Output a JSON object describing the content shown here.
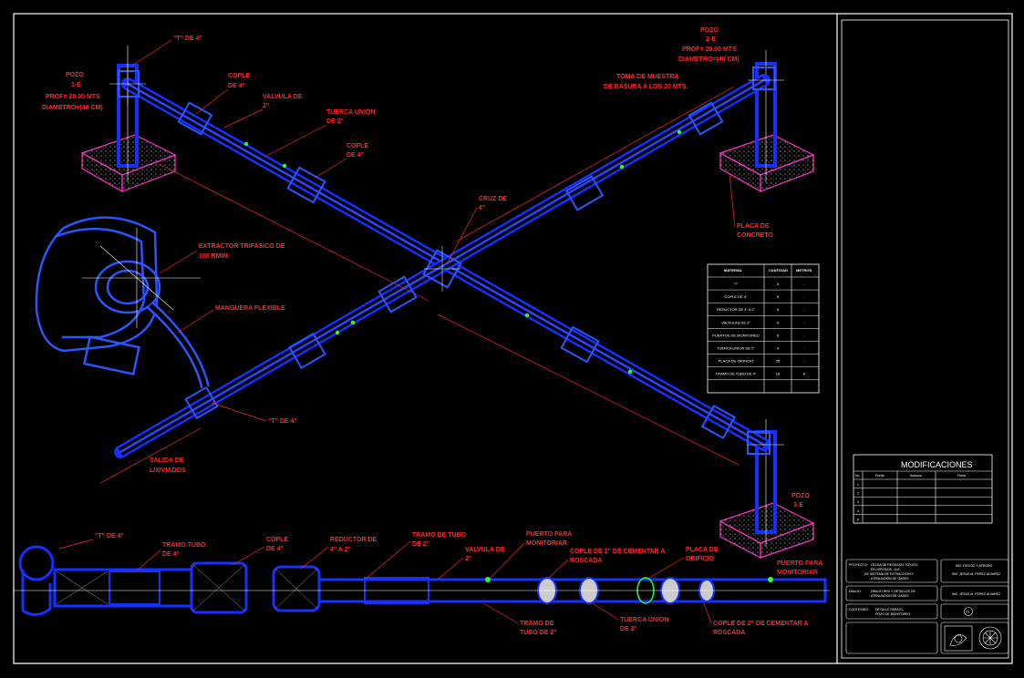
{
  "labels": {
    "t_top": "\"T\" DE 4\"",
    "pozo1": [
      "POZO",
      "1-E",
      "PROF= 20.00 MTS",
      "DIAMETRO=(40 CM)"
    ],
    "cople_top": [
      "COPLE",
      "DE 4\""
    ],
    "valvula_top": [
      "VALVULA DE",
      "2\""
    ],
    "tuerca_top": [
      "TUERCA UNION",
      "DE 2\""
    ],
    "cople_mid": [
      "COPLE",
      "DE 4\""
    ],
    "pozo2": [
      "POZO",
      "2-E",
      "PROF= 20.00 MTS",
      "DIAMETRO=(40 CM)"
    ],
    "toma": [
      "TOMA DE MUESTRA",
      "DE BASURA A LOS 20 MTS."
    ],
    "placa": [
      "PLACA DE",
      "CONCRETO"
    ],
    "cruz": [
      "CRUZ DE",
      "4\""
    ],
    "extractor": [
      "EXTRACTOR TRIFASICO DE",
      "100 RMIN"
    ],
    "manguera": "MANGUERA FLEXIBLE",
    "t_low": "\"T\" DE 4\"",
    "salida": [
      "SALIDA DE",
      "LIXIVIADOS"
    ],
    "pozo3": [
      "POZO",
      "3-E"
    ]
  },
  "bottom_labels": {
    "t": "\"T\" DE 4\"",
    "tramo4": [
      "TRAMO TUBO",
      "DE 4\""
    ],
    "cople4": [
      "COPLE",
      "DE 4\""
    ],
    "reductor": [
      "REDUCTOR DE",
      "4\" A 2\""
    ],
    "tramo2": [
      "TRAMO DE TUBO",
      "DE 2\""
    ],
    "valvula2": [
      "VALVULA DE",
      "2\""
    ],
    "puerto1": [
      "PUERTO PARA",
      "MONITORIAR"
    ],
    "cople_rosca1": [
      "COPLE DE 2\" DE CEMENTAR A",
      "ROSCADA"
    ],
    "placa_orificio": [
      "PLACA DE",
      "ORIFICIO"
    ],
    "puerto2": [
      "PUERTO PARA",
      "MONITORIAR"
    ],
    "tramo_tubo2": [
      "TRAMO DE",
      "TUBO DE 2\""
    ],
    "tuerca_union": [
      "TUERCA UNION",
      "DE 2\""
    ],
    "cople_rosca2": [
      "COPLE DE 2\" DE CEMENTAR A",
      "ROSCADA"
    ]
  },
  "materials_table": {
    "headers": [
      "MATERIAL",
      "CANTIDAD",
      "METROS"
    ],
    "rows": [
      [
        "\"T\"",
        "4",
        "-"
      ],
      [
        "COPLE DE 4\"",
        "6",
        "-"
      ],
      [
        "REDUCTOR DE 4\" A 2\"",
        "6",
        "-"
      ],
      [
        "VALVULAS DE 2\"",
        "6",
        "-"
      ],
      [
        "PUERTOS DE MONITOREO",
        "6",
        "-"
      ],
      [
        "TUERCA UNION DE 2\"",
        "4",
        "-"
      ],
      [
        "PLACA DE ORIFICIO",
        "25",
        "-"
      ],
      [
        "TRAMO DE TUBO DE 4\"",
        "18",
        "6"
      ],
      [
        "",
        "",
        ""
      ]
    ]
  },
  "modificaciones": {
    "title": "MODIFICACIONES",
    "headers": [
      "No.",
      "Fecha",
      "Autorizo",
      "Firma"
    ],
    "rows": [
      "1",
      "2",
      "3",
      "4",
      "5"
    ]
  },
  "title_block": {
    "proyecto_label": "PROYECTO:",
    "proyecto_text": [
      "CELDA DE RESIDUOS TOXICO-",
      "PELIGROSOS - N.E.",
      "DE SISTEMA DE EXTRACCION Y",
      "ATENUACION DE GASES"
    ],
    "dibujo_label": "DIBUJO:",
    "dibujo_text": [
      "DIBUJO RED Y DETALLES DE",
      "ATENUACION DE GASES"
    ],
    "contenido_label": "CONTENIDO:",
    "contenido_text": [
      "DETALLE PARA EL",
      "POZO DE MONITOREO"
    ],
    "reviso": [
      "ING. REVISO Y APROBO",
      "ING. JESUS M. PEREZ ALVAREZ"
    ],
    "dibujo_por": "ING. JESUS M. PEREZ ALVAREZ",
    "lamina": "01"
  },
  "colors": {
    "pipe": "#1530ff",
    "label": "#ff2a2a",
    "concrete": "#ff33cc",
    "frame": "#ffffff",
    "fitting": "#2aff2a"
  }
}
